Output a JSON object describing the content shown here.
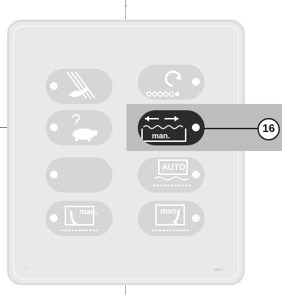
{
  "panel": {
    "left_buttons": [
      {
        "name": "hare-speed-button",
        "icon": "hare-speed-icon"
      },
      {
        "name": "tortoise-speed-button",
        "icon": "tortoise-speed-icon"
      },
      {
        "name": "blank-button",
        "icon": ""
      },
      {
        "name": "manual-lower-button",
        "icon": "manual-lower-icon",
        "label": "man."
      }
    ],
    "right_buttons": [
      {
        "name": "rotate-button",
        "icon": "rotate-circles-icon"
      },
      {
        "name": "manual-wave-button",
        "icon": "arrows-wave-icon",
        "label": "man.",
        "highlighted": true
      },
      {
        "name": "auto-button",
        "icon": "auto-icon",
        "label": "AUTO"
      },
      {
        "name": "manual-raise-button",
        "icon": "manual-raise-icon",
        "label": "man."
      }
    ]
  },
  "callout": {
    "number": "16"
  },
  "codes": {
    "left": "1",
    "right": "MEH"
  },
  "top_mark": ","
}
